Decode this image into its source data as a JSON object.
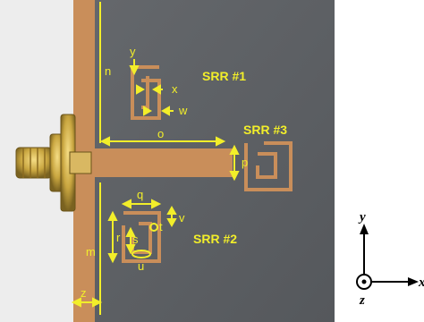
{
  "labels": {
    "srr1": "SRR #1",
    "srr2": "SRR #2",
    "srr3": "SRR #3"
  },
  "dimensions": {
    "n": "n",
    "o": "o",
    "p": "p",
    "m": "m",
    "z": "z",
    "q": "q",
    "r": "r",
    "s": "s",
    "t": "t",
    "u": "u",
    "v": "v",
    "w": "w",
    "x": "x",
    "y": "y"
  },
  "axes": {
    "x": "x",
    "y": "y",
    "z": "z"
  },
  "colors": {
    "substrate": "#5d6065",
    "copper": "#c98e5a",
    "annotation": "#f2ee2a",
    "connector_gold": "#c9a640",
    "background": "#f2f2f2"
  }
}
